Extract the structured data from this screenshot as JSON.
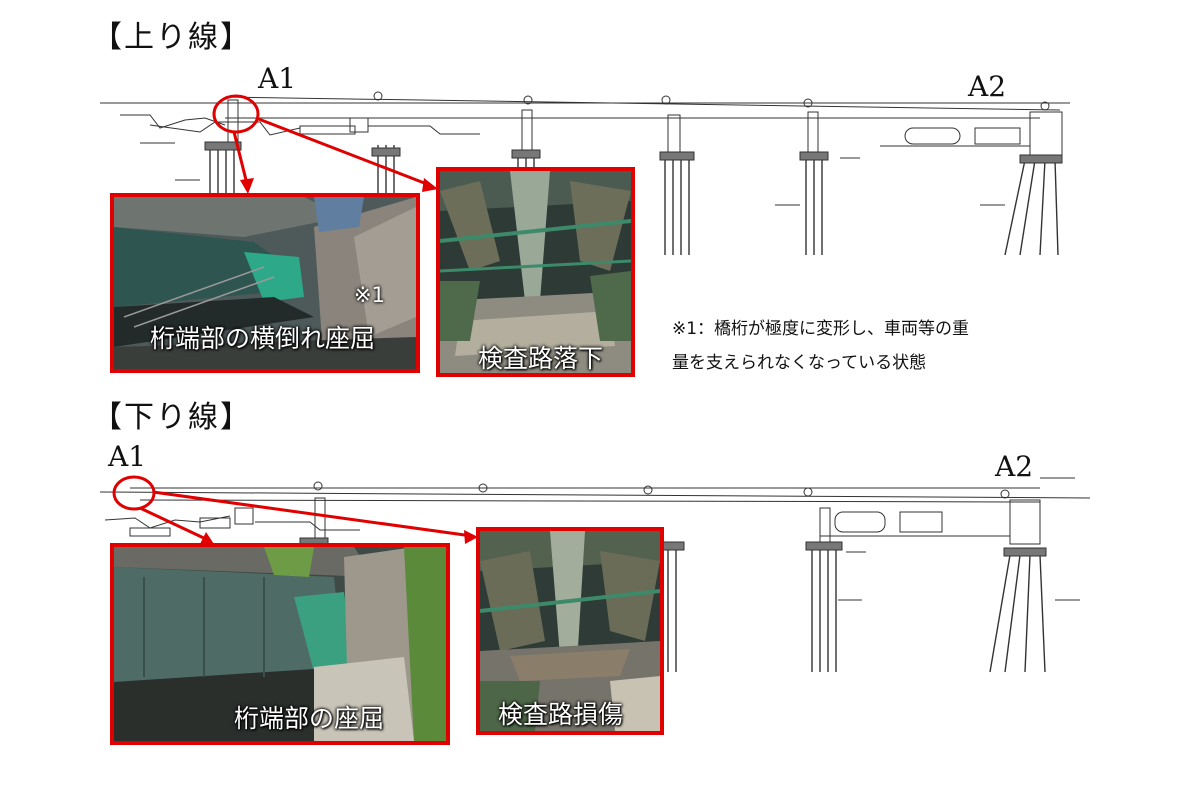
{
  "upper": {
    "title": "【上り線】",
    "a1": "A1",
    "a2": "A2",
    "photo1_caption": "桁端部の横倒れ座屈",
    "photo1_mark": "※1",
    "photo2_caption": "検査路落下"
  },
  "note": {
    "line1": "※1：橋桁が極度に変形し、車両等の重",
    "line2": "量を支えられなくなっている状態"
  },
  "lower": {
    "title": "【下り線】",
    "a1": "A1",
    "a2": "A2",
    "photo1_caption": "桁端部の座屈",
    "photo2_caption": "検査路損傷"
  },
  "colors": {
    "highlight": "#e00000",
    "drawing_line": "#333333"
  }
}
